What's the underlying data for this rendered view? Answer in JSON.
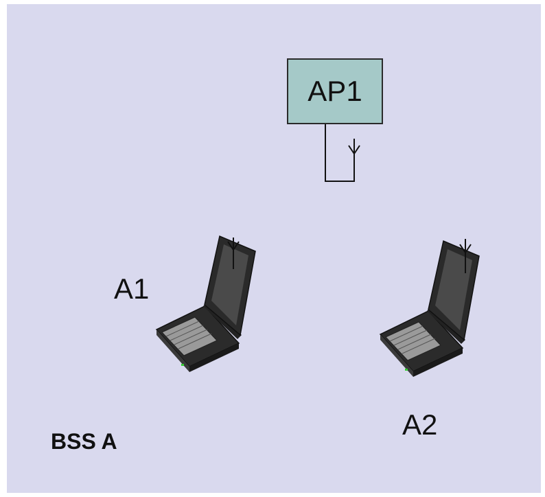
{
  "diagram": {
    "access_point": {
      "label": "AP1",
      "fill": "#a5c9c8"
    },
    "stations": [
      {
        "id": "a1",
        "label": "A1"
      },
      {
        "id": "a2",
        "label": "A2"
      }
    ],
    "bss_label": "BSS A",
    "background": "#d9d9ee"
  }
}
